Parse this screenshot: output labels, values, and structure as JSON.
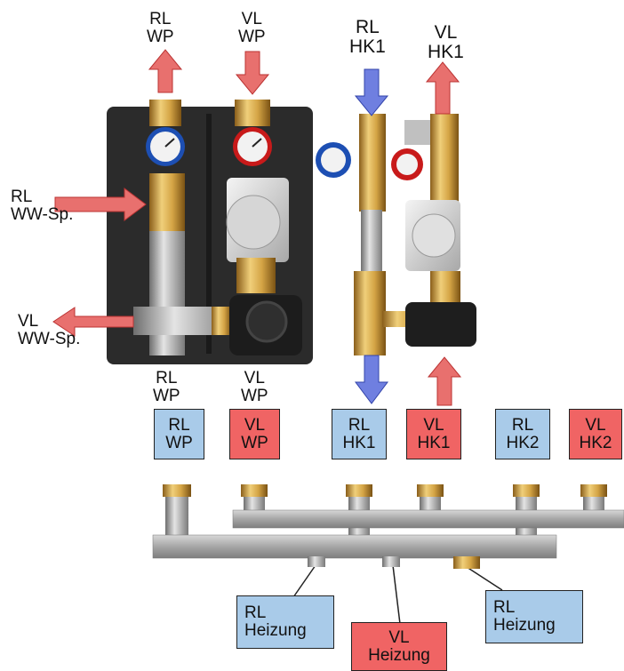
{
  "module_left": {
    "top_labels": [
      {
        "lines": [
          "RL",
          "WP"
        ]
      },
      {
        "lines": [
          "VL",
          "WP"
        ]
      }
    ],
    "side_labels": [
      {
        "lines": [
          "RL",
          "WW-Sp."
        ]
      },
      {
        "lines": [
          "VL",
          "WW-Sp."
        ]
      }
    ],
    "bottom_labels": [
      {
        "lines": [
          "RL",
          "WP"
        ]
      },
      {
        "lines": [
          "VL",
          "WP"
        ]
      }
    ]
  },
  "module_right": {
    "top_labels": [
      {
        "lines": [
          "RL",
          "HK1"
        ]
      },
      {
        "lines": [
          "VL",
          "HK1"
        ]
      }
    ]
  },
  "manifold_boxes": [
    {
      "lines": [
        "RL",
        "WP"
      ],
      "kind": "return"
    },
    {
      "lines": [
        "VL",
        "WP"
      ],
      "kind": "flow"
    },
    {
      "lines": [
        "RL",
        "HK1"
      ],
      "kind": "return"
    },
    {
      "lines": [
        "VL",
        "HK1"
      ],
      "kind": "flow"
    },
    {
      "lines": [
        "RL",
        "HK2"
      ],
      "kind": "return"
    },
    {
      "lines": [
        "VL",
        "HK2"
      ],
      "kind": "flow"
    }
  ],
  "heating_boxes": [
    {
      "lines": [
        "RL",
        "Heizung"
      ],
      "kind": "return"
    },
    {
      "lines": [
        "VL",
        "Heizung"
      ],
      "kind": "flow"
    },
    {
      "lines": [
        "RL",
        "Heizung"
      ],
      "kind": "return"
    }
  ],
  "colors": {
    "return_box": "#a9cbe9",
    "flow_box": "#f06464",
    "return_arrow": "#6f7fe0",
    "flow_arrow": "#e8706e",
    "panel": "#2b2b2b",
    "brass": "#c89a3c",
    "pipe": "#9c9c9c"
  }
}
